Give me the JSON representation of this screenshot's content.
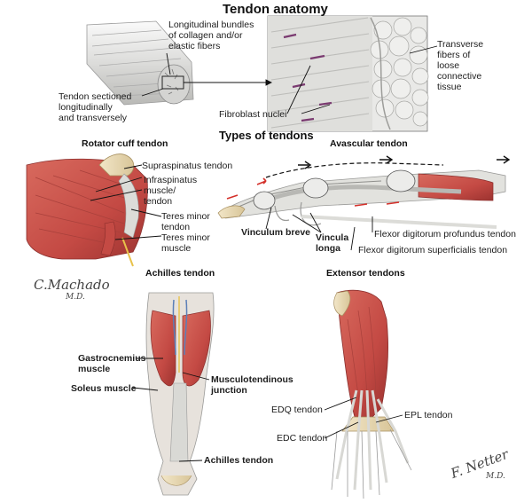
{
  "title": "Tendon anatomy",
  "section_title": "Types of tendons",
  "top_panel": {
    "labels": {
      "bundles": [
        "Longitudinal bundles",
        "of collagen and/or",
        "elastic fibers"
      ],
      "sectioned": [
        "Tendon sectioned",
        "longitudinally",
        "and transversely"
      ],
      "transverse": [
        "Transverse",
        "fibers of",
        "loose",
        "connective",
        "tissue"
      ],
      "fibroblast": "Fibroblast nuclei"
    }
  },
  "rotator_cuff": {
    "title": "Rotator cuff tendon",
    "labels": {
      "supraspinatus": "Supraspinatus tendon",
      "infraspinatus": [
        "Infraspinatus",
        "muscle/",
        "tendon"
      ],
      "teres_minor_tendon": [
        "Teres minor",
        "tendon"
      ],
      "teres_minor_muscle": [
        "Teres minor",
        "muscle"
      ]
    }
  },
  "avascular": {
    "title": "Avascular tendon",
    "labels": {
      "vinculum_breve": "Vinculum breve",
      "vincula_longa": [
        "Vincula",
        "longa"
      ],
      "fdp": "Flexor digitorum profundus tendon",
      "fds": "Flexor digitorum superficialis tendon"
    }
  },
  "achilles": {
    "title": "Achilles tendon",
    "labels": {
      "gastrocnemius": [
        "Gastrocnemius",
        "muscle"
      ],
      "soleus": "Soleus muscle",
      "mtj": [
        "Musculotendinous",
        "junction"
      ],
      "achilles_tendon": "Achilles tendon"
    }
  },
  "extensor": {
    "title": "Extensor tendons",
    "labels": {
      "edq": "EDQ tendon",
      "epl": "EPL tendon",
      "edc": "EDC tendon"
    }
  },
  "signatures": {
    "machado": [
      "C.Machado",
      "M.D."
    ],
    "netter": [
      "F. Netter",
      "M.D."
    ]
  },
  "colors": {
    "muscle": "#c8504a",
    "muscle_dark": "#9c3330",
    "tendon": "#e4e4e0",
    "bone": "#e8d9b5",
    "vessel_red": "#d4302a"
  }
}
